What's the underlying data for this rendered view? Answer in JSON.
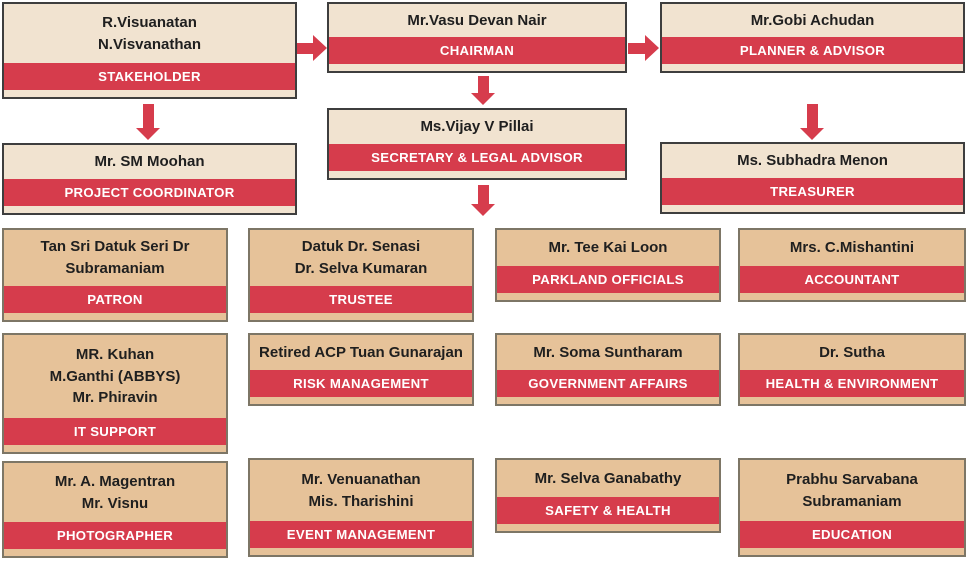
{
  "colors": {
    "banner_red": "#d63c4c",
    "box_cream": "#f1e3d0",
    "box_tan": "#e6c299",
    "border_dark": "#3e3e3e",
    "border_olive": "#7d7666",
    "role_text": "#ffffff",
    "name_text": "#1f1f1f"
  },
  "boxes": {
    "stakeholder": {
      "name": "R.Visuanatan\nN.Visvanathan",
      "role": "STAKEHOLDER"
    },
    "chairman": {
      "name": "Mr.Vasu Devan Nair",
      "role": "CHAIRMAN"
    },
    "planner_advisor": {
      "name": "Mr.Gobi Achudan",
      "role": "PLANNER & ADVISOR"
    },
    "project_coordinator": {
      "name": "Mr. SM Moohan",
      "role": "PROJECT COORDINATOR"
    },
    "secretary": {
      "name": "Ms.Vijay V Pillai",
      "role": "SECRETARY & LEGAL ADVISOR"
    },
    "treasurer": {
      "name": "Ms. Subhadra Menon",
      "role": "TREASURER"
    },
    "patron": {
      "name": "Tan Sri Datuk Seri Dr\nSubramaniam",
      "role": "PATRON"
    },
    "trustee": {
      "name": "Datuk Dr. Senasi\nDr. Selva Kumaran",
      "role": "TRUSTEE"
    },
    "parkland_officials": {
      "name": "Mr. Tee Kai Loon",
      "role": "PARKLAND OFFICIALS"
    },
    "accountant": {
      "name": "Mrs. C.Mishantini",
      "role": "ACCOUNTANT"
    },
    "it_support": {
      "name": "MR. Kuhan\nM.Ganthi (ABBYS)\nMr. Phiravin",
      "role": "IT SUPPORT"
    },
    "risk_management": {
      "name": "Retired ACP Tuan Gunarajan",
      "role": "RISK MANAGEMENT"
    },
    "government_affairs": {
      "name": "Mr. Soma Suntharam",
      "role": "GOVERNMENT AFFAIRS"
    },
    "health_environment": {
      "name": "Dr. Sutha",
      "role": "HEALTH & ENVIRONMENT"
    },
    "photographer": {
      "name": "Mr. A. Magentran\nMr. Visnu",
      "role": "PHOTOGRAPHER"
    },
    "event_management": {
      "name": "Mr. Venuanathan\nMis. Tharishini",
      "role": "EVENT MANAGEMENT"
    },
    "safety_health": {
      "name": "Mr. Selva Ganabathy",
      "role": "SAFETY & HEALTH"
    },
    "education": {
      "name": "Prabhu Sarvabana\nSubramaniam",
      "role": "EDUCATION"
    }
  }
}
